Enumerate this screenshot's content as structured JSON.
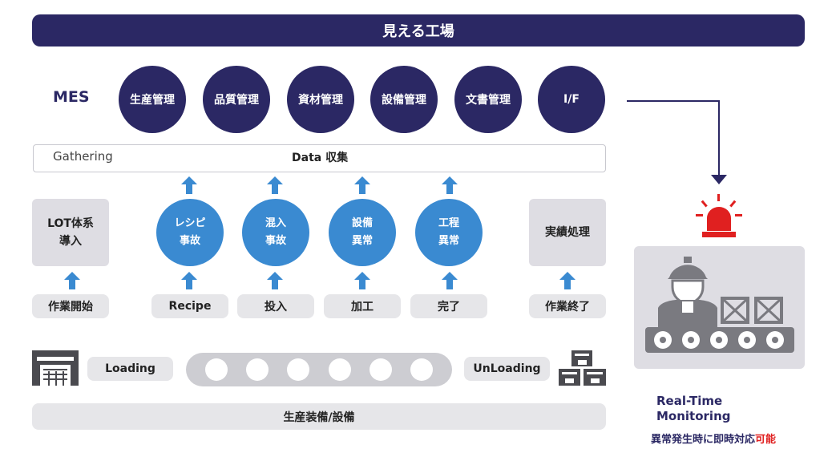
{
  "title": "見える工場",
  "mes": {
    "label": "MES",
    "modules": [
      "生産管理",
      "品質管理",
      "資材管理",
      "設備管理",
      "文書管理",
      "I/F"
    ]
  },
  "gathering": {
    "left_label": "Gathering",
    "center_label": "Data 収集"
  },
  "process": {
    "lot": {
      "line1": "LOT体系",
      "line2": "導入"
    },
    "events": [
      {
        "line1": "レシピ",
        "line2": "事故"
      },
      {
        "line1": "混入",
        "line2": "事故"
      },
      {
        "line1": "設備",
        "line2": "異常"
      },
      {
        "line1": "工程",
        "line2": "異常"
      }
    ],
    "result": "実績処理",
    "steps": [
      "作業開始",
      "Recipe",
      "投入",
      "加工",
      "完了",
      "作業終了"
    ]
  },
  "line": {
    "loading": "Loading",
    "unloading": "UnLoading",
    "roller_count": 6
  },
  "equipment_label": "生産装備/設備",
  "monitoring": {
    "line1": "Real-Time",
    "line2": "Monitoring",
    "alert_main": "異常発生時に即時対応",
    "alert_highlight": "可能"
  },
  "colors": {
    "navy": "#2b2864",
    "blue": "#3a8ad1",
    "alarm_red": "#e02020"
  }
}
